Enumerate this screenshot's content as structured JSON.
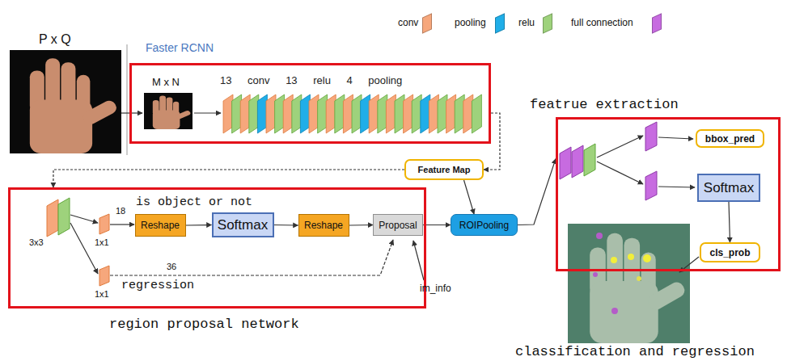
{
  "diagram": {
    "nodes": [
      {
        "text": [
          "13 conv 13 relu 4 pooling"
        ]
      },
      {
        "text": [
          "region proposal network"
        ]
      },
      {
        "text": [
          "Reshape"
        ],
        "in": 1
      },
      {
        "text": [
          "Softmax"
        ],
        "in": 1
      },
      {
        "text": [
          "Reshape"
        ],
        "in": 1
      },
      {
        "text": [
          "Proposal"
        ],
        "in": 1
      },
      {
        "text": [
          "Feature Map"
        ]
      },
      {
        "text": [
          "ROIPooling"
        ]
      },
      {
        "text": [
          "featrue extraction",
          "classification and regression"
        ]
      },
      {
        "text": [
          "bbox_pred"
        ],
        "in": 8
      },
      {
        "text": [
          "Softmax"
        ],
        "in": 8
      },
      {
        "text": [
          "cls_prob"
        ],
        "in": 8
      }
    ],
    "edges": [
      {
        "from": 0,
        "to": 6,
        "arrow": "to"
      },
      {
        "from": 6,
        "to": 1,
        "arrow": "to"
      },
      {
        "from": 6,
        "to": 7,
        "arrow": "to"
      },
      {
        "from": 2,
        "to": 3,
        "arrow": "to"
      },
      {
        "from": 3,
        "to": 4,
        "arrow": "to"
      },
      {
        "from": 4,
        "to": 5,
        "arrow": "to"
      },
      {
        "from": 5,
        "to": 7,
        "arrow": "to"
      },
      {
        "from": 7,
        "to": 8,
        "arrow": "to"
      },
      {
        "from": 10,
        "to": 11,
        "arrow": "to"
      }
    ],
    "labels": [
      "P x Q",
      "Faster RCNN",
      "M x N",
      "3x3",
      "1x1",
      "18",
      "is object or not",
      "36",
      "1x1",
      "regression",
      "im_info"
    ],
    "legend": [
      {
        "text": "conv",
        "color": "#f6a77c"
      },
      {
        "text": "pooling",
        "color": "#20aee8"
      },
      {
        "text": "relu",
        "color": "#9ed27c"
      },
      {
        "text": "full connection",
        "color": "#c76be0"
      }
    ]
  }
}
